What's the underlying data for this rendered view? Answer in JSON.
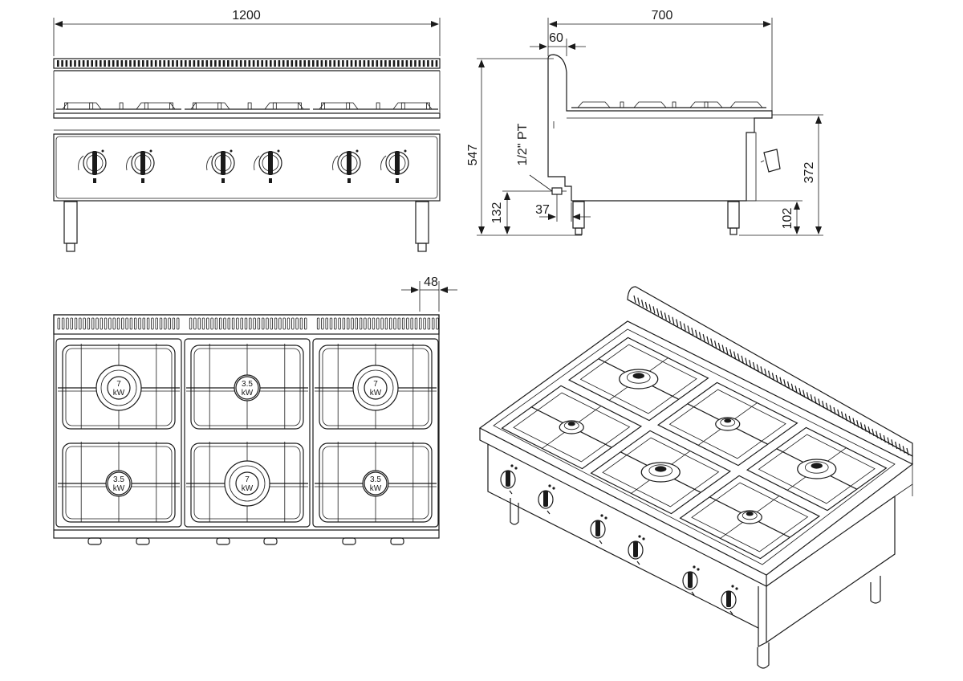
{
  "dimensions": {
    "front_width": "1200",
    "side_depth": "700",
    "back_splash": "60",
    "total_height": "547",
    "gas_connection": "1/2\" PT",
    "body_height": "372",
    "connection_height": "132",
    "connection_offset": "37",
    "leg_height": "102",
    "top_overhang": "48"
  },
  "burners": [
    {
      "line1": "7",
      "line2": "kW"
    },
    {
      "line1": "3.5",
      "line2": "kW"
    },
    {
      "line1": "7",
      "line2": "kW"
    },
    {
      "line1": "3.5",
      "line2": "kW"
    },
    {
      "line1": "7",
      "line2": "kW"
    },
    {
      "line1": "3.5",
      "line2": "kW"
    }
  ],
  "colors": {
    "line": "#1a1a1a",
    "background": "#ffffff"
  }
}
